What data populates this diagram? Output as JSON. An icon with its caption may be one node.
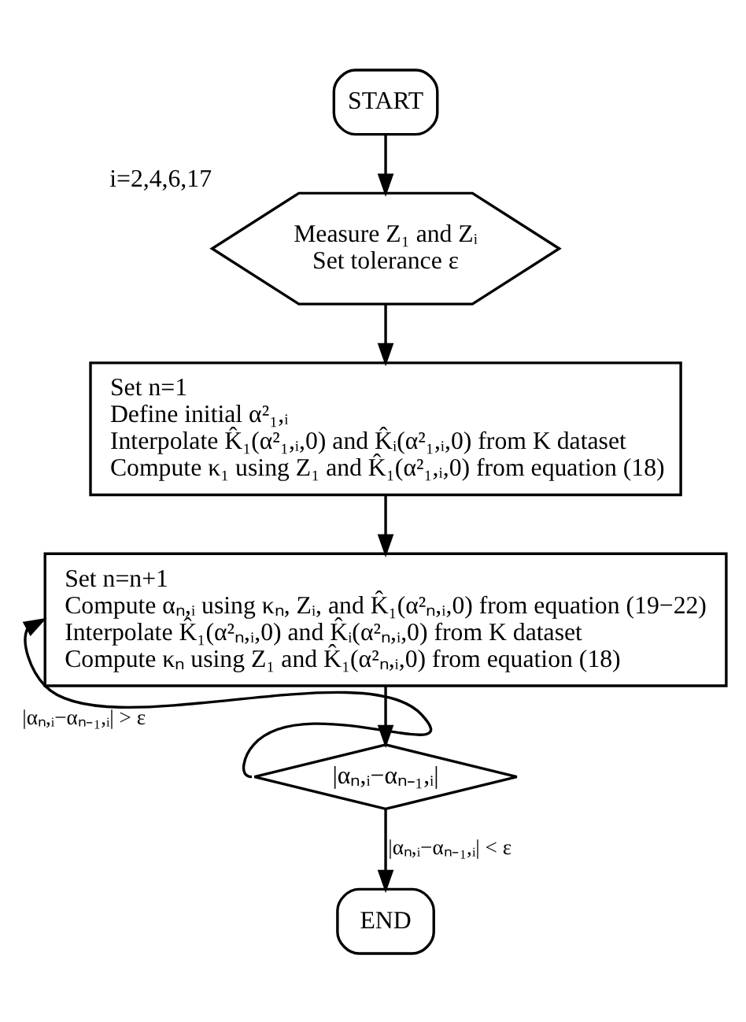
{
  "diagram": {
    "nodes": [
      {
        "text": [
          "START"
        ]
      },
      {
        "text": [
          "Measure Z₁ and Zᵢ",
          "Set tolerance ε"
        ],
        "beside": [
          "i=2,4,6,17"
        ]
      },
      {
        "text": [
          "Set n=1",
          "Define initial α²₁,ᵢ",
          "Interpolate K̂₁(α²₁,ᵢ,0) and K̂ᵢ(α²₁,ᵢ,0) from K dataset",
          "Compute κ₁ using Z₁ and K̂₁(α²₁,ᵢ,0) from equation (18)"
        ]
      },
      {
        "text": [
          "Set n=n+1",
          "Compute αₙ,ᵢ using κₙ, Zᵢ, and K̂₁(α²ₙ,ᵢ,0) from equation (19−22)",
          "Interpolate K̂₁(α²ₙ,ᵢ,0) and K̂ᵢ(α²ₙ,ᵢ,0) from K dataset",
          "Compute κₙ using Z₁ and K̂₁(α²ₙ,ᵢ,0) from equation (18)"
        ]
      },
      {
        "text": [
          "|αₙ,ᵢ−αₙ₋₁,ᵢ|"
        ]
      },
      {
        "text": [
          "END"
        ]
      }
    ],
    "edges": [
      {
        "from": 0,
        "to": 1,
        "arrow": "to"
      },
      {
        "from": 1,
        "to": 2,
        "arrow": "to"
      },
      {
        "from": 2,
        "to": 3,
        "arrow": "to"
      },
      {
        "from": 3,
        "to": 4,
        "arrow": "to"
      },
      {
        "from": 4,
        "to": 3,
        "arrow": "to",
        "label": "|αₙ,ᵢ−αₙ₋₁,ᵢ| > ε"
      },
      {
        "from": 4,
        "to": 5,
        "arrow": "to",
        "label": "|αₙ,ᵢ−αₙ₋₁,ᵢ| < ε"
      }
    ]
  }
}
